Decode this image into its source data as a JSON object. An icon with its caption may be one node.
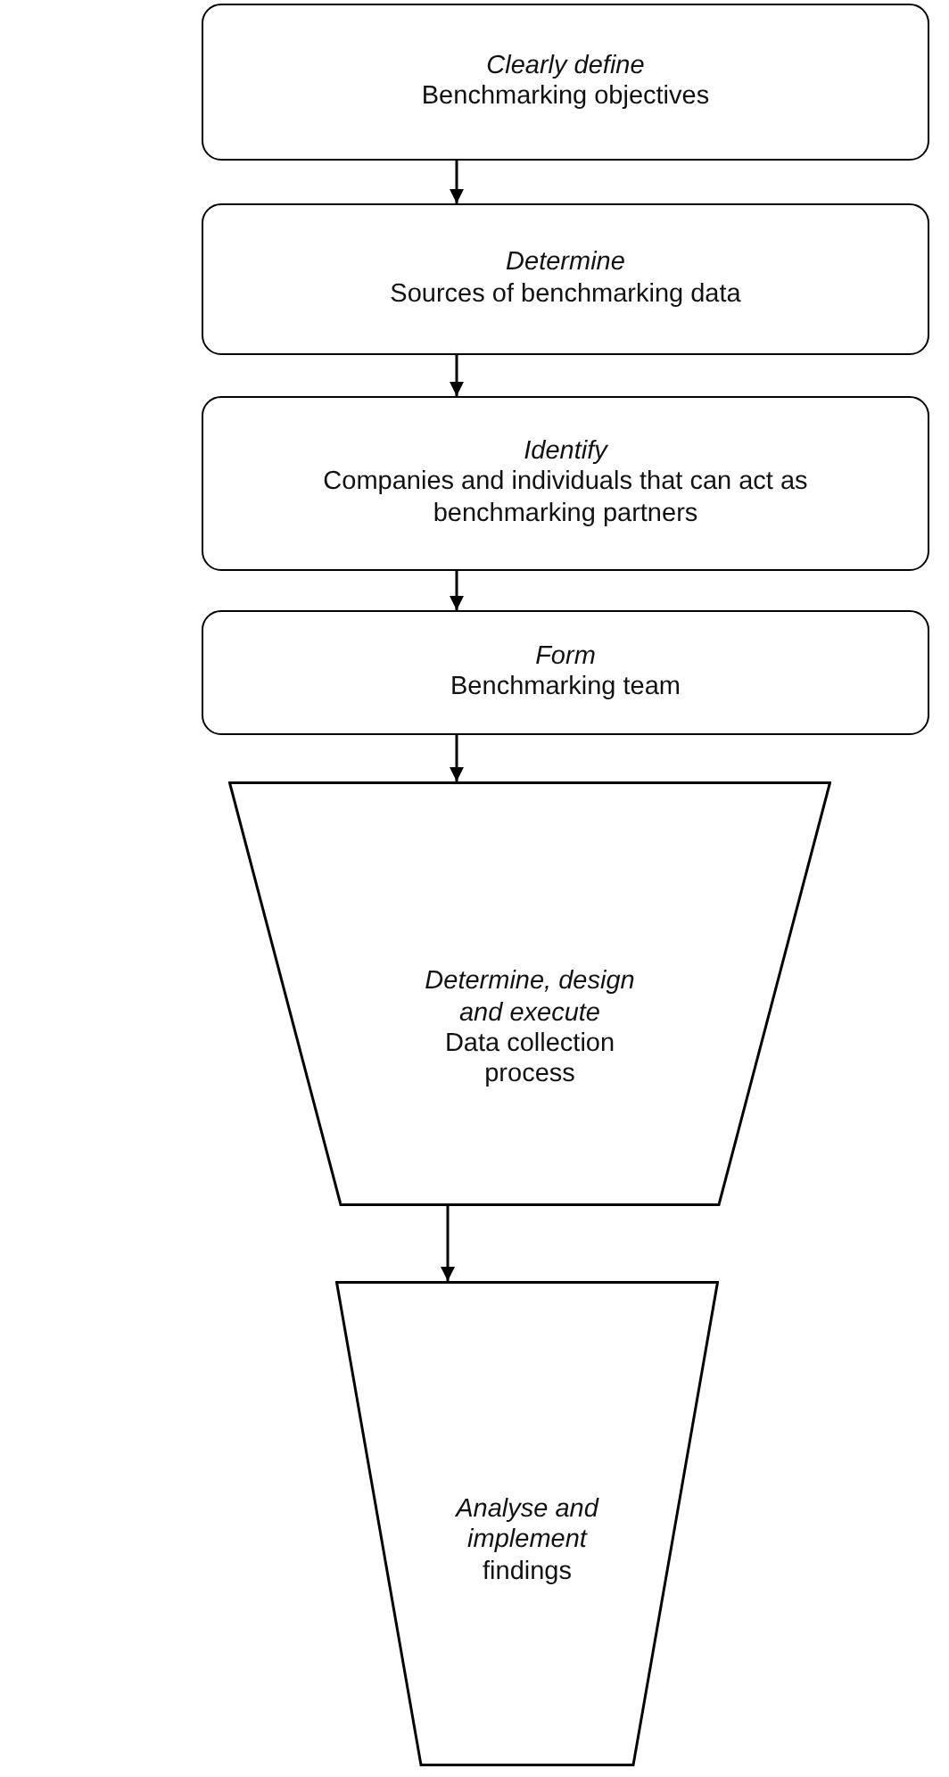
{
  "diagram": {
    "nodes": [
      {
        "text": [
          "Clearly define",
          "Benchmarking objectives"
        ]
      },
      {
        "text": [
          "Determine",
          "Sources of benchmarking data"
        ]
      },
      {
        "text": [
          "Identify",
          "Companies and individuals that can act as benchmarking partners"
        ]
      },
      {
        "text": [
          "Form",
          "Benchmarking team"
        ]
      },
      {
        "text": [
          "Determine, design and execute",
          "Data collection process"
        ]
      },
      {
        "text": [
          "Analyse and implement",
          "findings"
        ]
      }
    ],
    "edges": [
      {
        "from": 0,
        "to": 1,
        "arrow": "to"
      },
      {
        "from": 1,
        "to": 2,
        "arrow": "to"
      },
      {
        "from": 2,
        "to": 3,
        "arrow": "to"
      },
      {
        "from": 3,
        "to": 4,
        "arrow": "to"
      },
      {
        "from": 4,
        "to": 5,
        "arrow": "to"
      }
    ]
  }
}
